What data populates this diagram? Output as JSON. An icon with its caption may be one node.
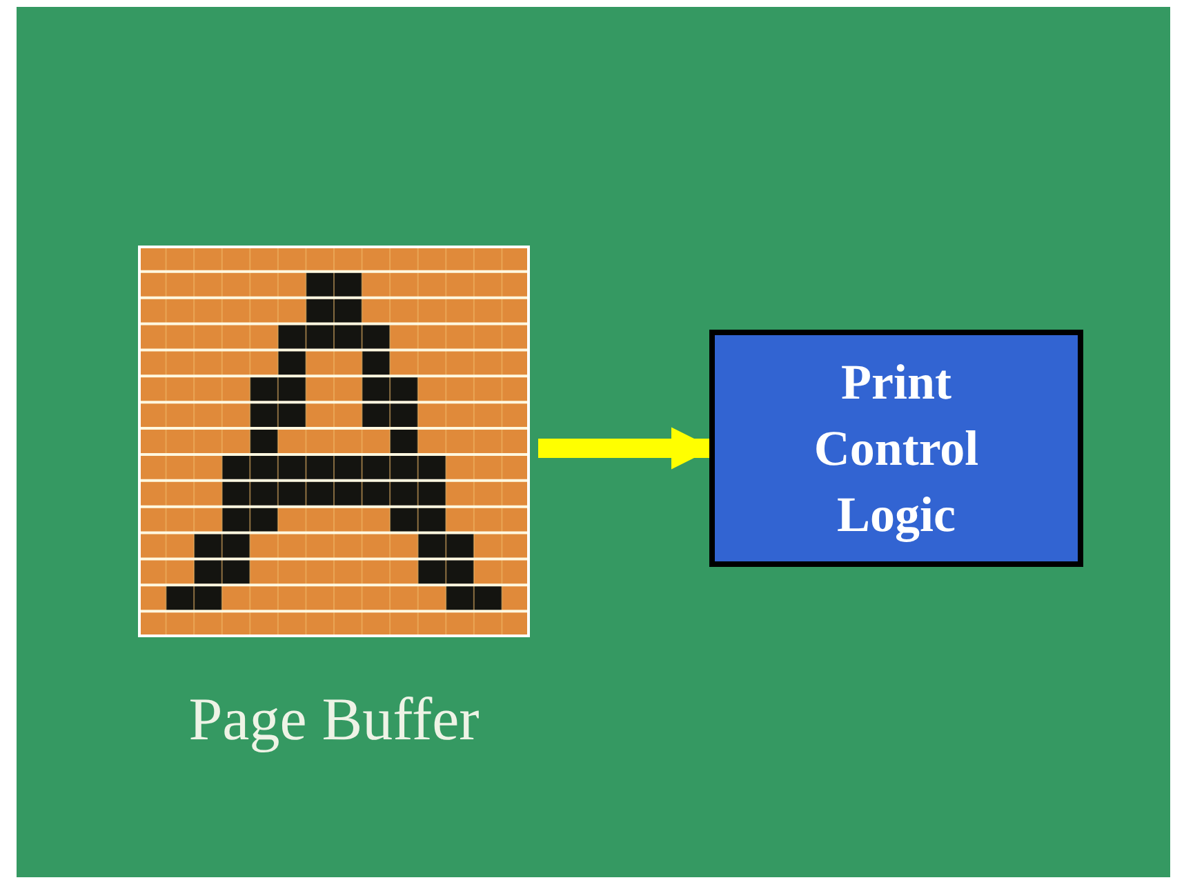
{
  "diagram": {
    "nodes": [
      {
        "text": [
          "Page Buffer"
        ]
      },
      {
        "text": [
          "Print Control Logic"
        ]
      }
    ],
    "edges": [
      {
        "from": 0,
        "to": 1,
        "arrow": "to",
        "color": "#ffff00"
      }
    ]
  }
}
